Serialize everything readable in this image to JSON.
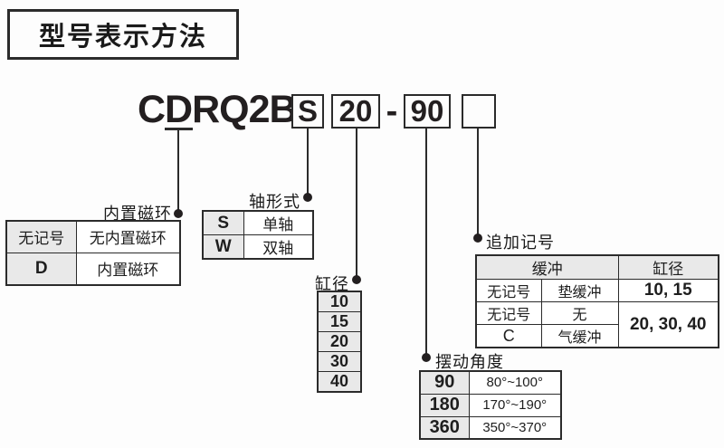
{
  "title": "型号表示方法",
  "model": {
    "base": "CDRQ2B",
    "shaft_code": "S",
    "bore_code": "20",
    "dash": "-",
    "angle_code": "90"
  },
  "magnet": {
    "label": "内置磁环",
    "rows": [
      {
        "code": "无记号",
        "desc": "无内置磁环"
      },
      {
        "code": "D",
        "desc": "内置磁环"
      }
    ]
  },
  "shaft": {
    "label": "轴形式",
    "rows": [
      {
        "code": "S",
        "desc": "单轴"
      },
      {
        "code": "W",
        "desc": "双轴"
      }
    ]
  },
  "bore": {
    "label": "缸径",
    "values": [
      "10",
      "15",
      "20",
      "30",
      "40"
    ]
  },
  "angle": {
    "label": "摆动角度",
    "rows": [
      {
        "code": "90",
        "range": "80°~100°"
      },
      {
        "code": "180",
        "range": "170°~190°"
      },
      {
        "code": "360",
        "range": "350°~370°"
      }
    ]
  },
  "suffix": {
    "label": "追加记号",
    "header": {
      "cushion": "缓冲",
      "bore": "缸径"
    },
    "rows": [
      {
        "code": "无记号",
        "type": "垫缓冲",
        "bore": "10, 15"
      },
      {
        "code": "无记号",
        "type": "无"
      },
      {
        "code": "C",
        "type": "气缓冲"
      }
    ],
    "merged_bore": "20, 30, 40"
  },
  "colors": {
    "border": "#2b2b2b",
    "shaded_cell": "#e9e9e9",
    "text": "#1e1e1e"
  }
}
